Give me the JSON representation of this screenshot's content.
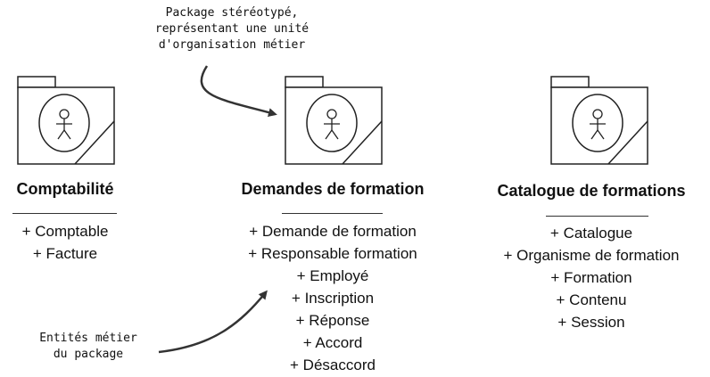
{
  "annotations": {
    "stereotype_note": "Package stéréotypé,\nreprésentant une unité\nd'organisation métier",
    "entities_note": "Entités métier\ndu package"
  },
  "icons": {
    "package": "stereotyped-package-icon",
    "actor": "organization-unit-actor-icon"
  },
  "packages": [
    {
      "name": "Comptabilité",
      "entities": [
        "+ Comptable",
        "+ Facture"
      ]
    },
    {
      "name": "Demandes de formation",
      "entities": [
        "+ Demande de formation",
        "+ Responsable formation",
        "+ Employé",
        "+ Inscription",
        "+ Réponse",
        "+ Accord",
        "+ Désaccord"
      ]
    },
    {
      "name": "Catalogue de formations",
      "entities": [
        "+ Catalogue",
        "+ Organisme de formation",
        "+ Formation",
        "+ Contenu",
        "+ Session"
      ]
    }
  ]
}
